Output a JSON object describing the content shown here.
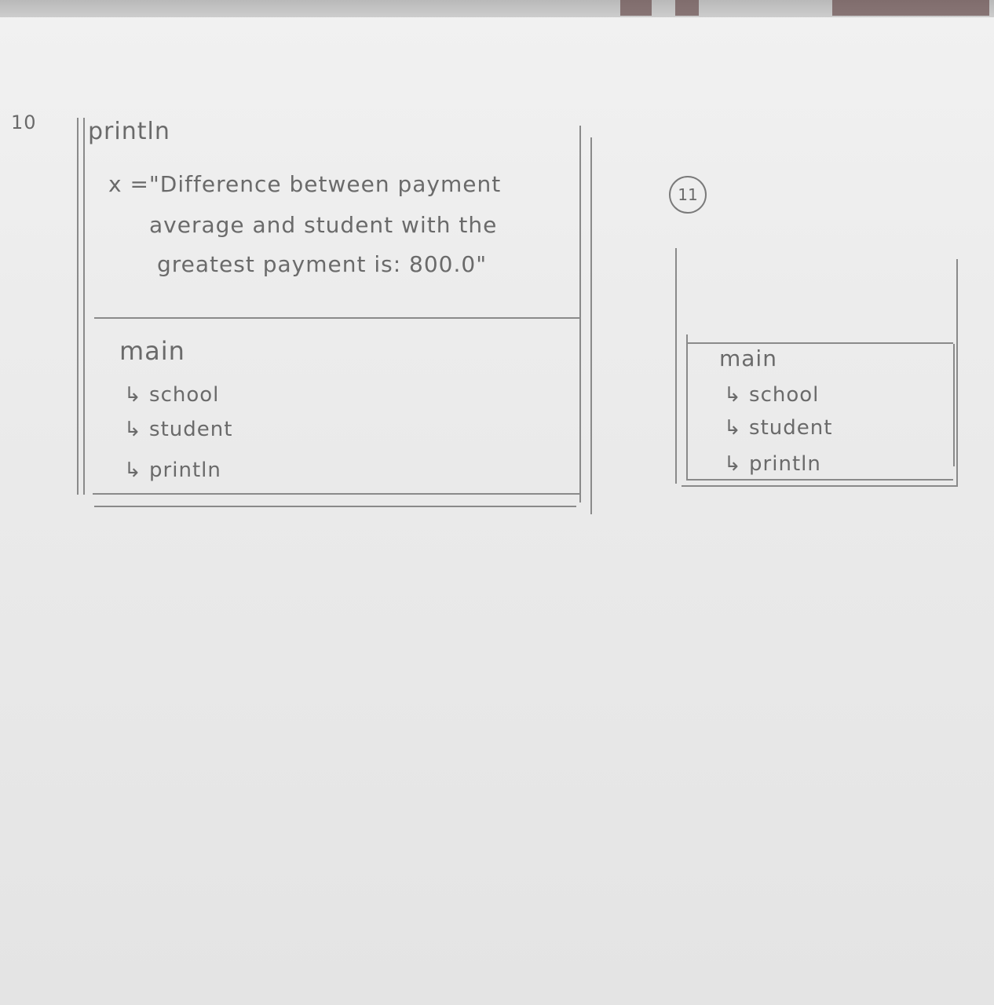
{
  "diagram10": {
    "number": "10",
    "top_frame": {
      "label": "println",
      "x_line1": "x =\"Difference between payment",
      "x_line2": "average and student with the",
      "x_line3": "greatest payment is: 800.0\""
    },
    "bottom_frame": {
      "label": "main",
      "items": [
        "↳ school",
        "↳ student",
        "↳ println"
      ]
    }
  },
  "diagram11": {
    "number": "11",
    "frame": {
      "label": "main",
      "items": [
        "↳ school",
        "↳ student",
        "↳ println"
      ]
    }
  }
}
